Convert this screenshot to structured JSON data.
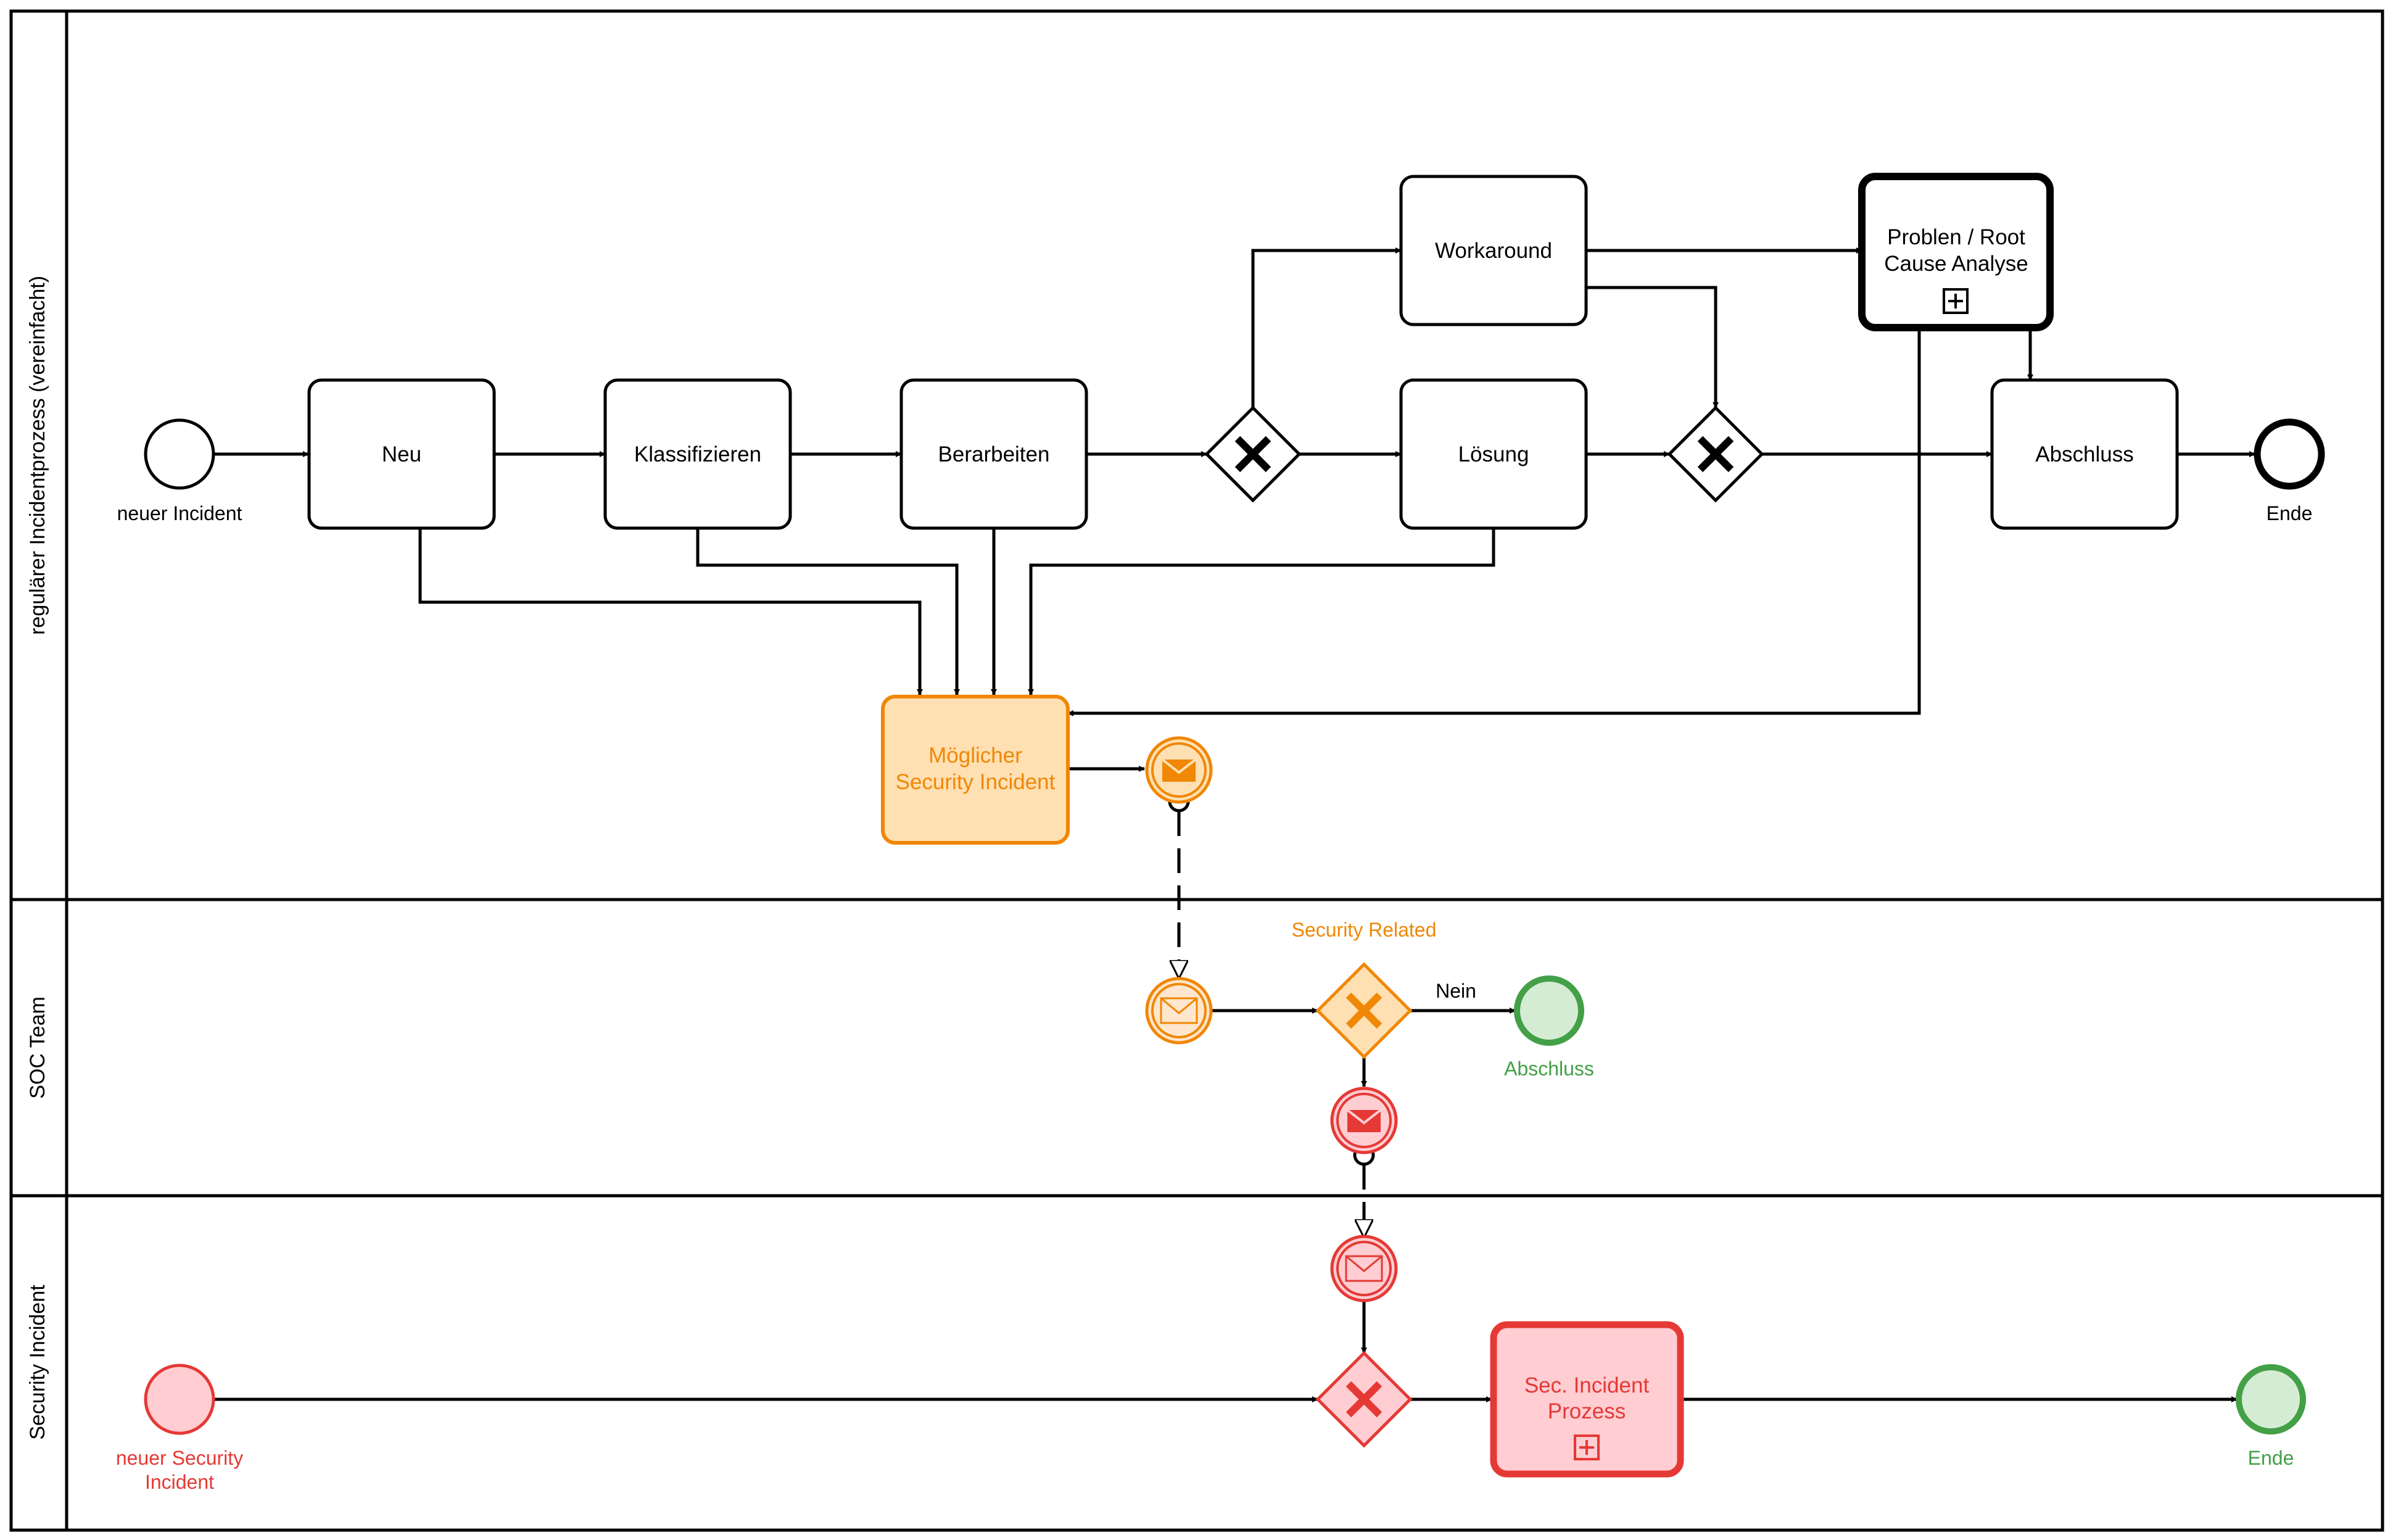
{
  "pool": {
    "lanes": [
      {
        "id": "regular",
        "label": "regulärer Incidentprozess (vereinfacht)"
      },
      {
        "id": "soc",
        "label": "SOC Team"
      },
      {
        "id": "security",
        "label": "Security Incident"
      }
    ]
  },
  "regular_lane": {
    "start_event_label": "neuer Incident",
    "tasks": {
      "neu": "Neu",
      "klassifizieren": "Klassifizieren",
      "berarbeiten": "Berarbeiten",
      "workaround": "Workaround",
      "loesung": "Lösung",
      "problem_line1": "Problen / Root",
      "problem_line2": "Cause Analyse",
      "abschluss": "Abschluss"
    },
    "end_event_label": "Ende",
    "security_task_line1": "Möglicher",
    "security_task_line2": "Security Incident"
  },
  "soc_lane": {
    "gateway_label": "Security Related",
    "nein_label": "Nein",
    "end_label": "Abschluss"
  },
  "security_lane": {
    "start_label_line1": "neuer Security",
    "start_label_line2": "Incident",
    "task_line1": "Sec. Incident",
    "task_line2": "Prozess",
    "end_label": "Ende"
  },
  "colors": {
    "black": "#000000",
    "orange": "#f08705",
    "orange_fill": "#ffe0b2",
    "orange_fill_light": "#ffe6cc",
    "red": "#e53935",
    "red_fill": "#ffcdd2",
    "green": "#43a047",
    "green_fill": "#d5ecd4"
  }
}
